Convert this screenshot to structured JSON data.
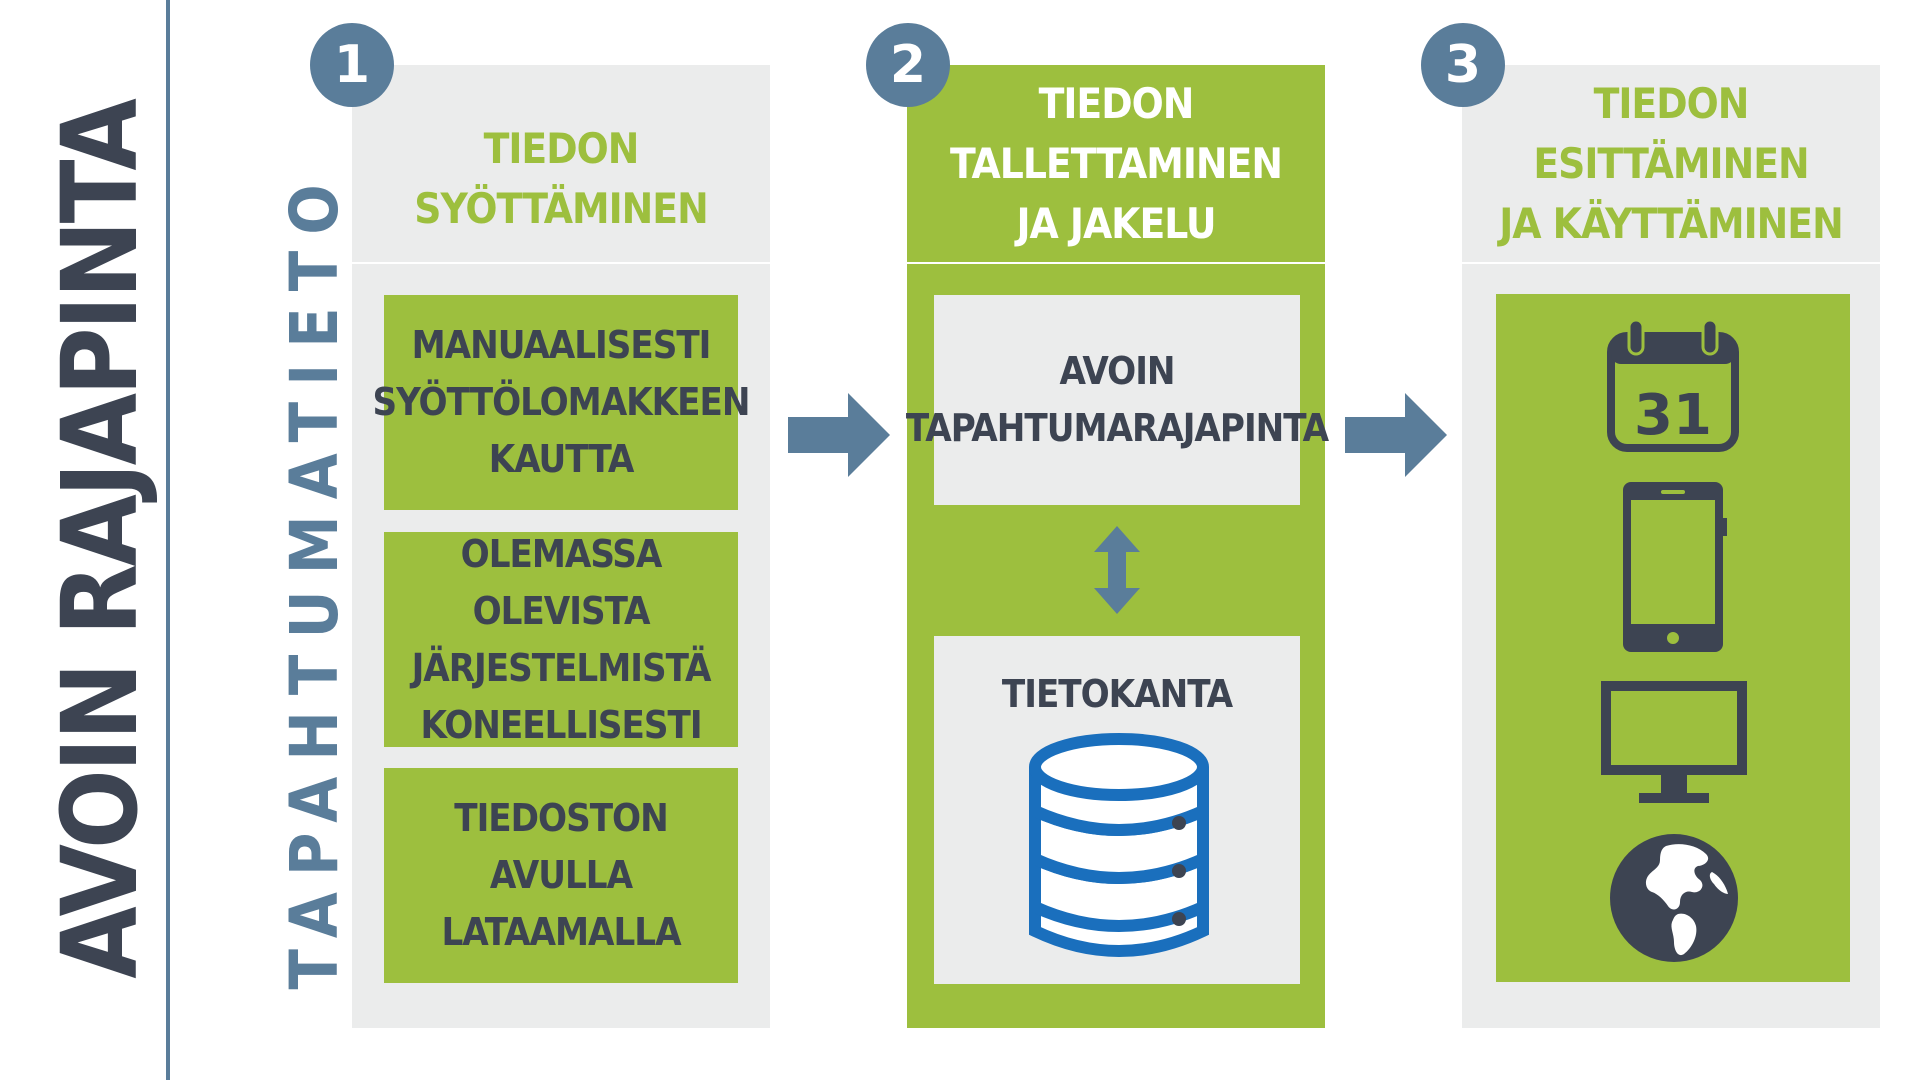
{
  "title": "AVOIN RAJAPINTA",
  "subtitle": "TAPAHTUMATIETO",
  "steps": [
    {
      "number": "1",
      "heading": "TIEDON SYÖTTÄMINEN",
      "boxes": [
        "MANUAALISESTI\nSYÖTTÖLOMAKKEEN\nKAUTTA",
        "OLEMASSA OLEVISTA\nJÄRJESTELMISTÄ\nKONEELLISESTI",
        "TIEDOSTON\nAVULLA\nLATAAMALLA"
      ]
    },
    {
      "number": "2",
      "heading": "TIEDON TALLETTAMINEN\nJA JAKELU",
      "api_box": "AVOIN\nTAPAHTUMARAJAPINTA",
      "db_box": "TIETOKANTA"
    },
    {
      "number": "3",
      "heading": "TIEDON ESITTÄMINEN\nJA KÄYTTÄMINEN",
      "calendar_day": "31",
      "icons": [
        "calendar-icon",
        "smartphone-icon",
        "monitor-icon",
        "globe-icon"
      ]
    }
  ],
  "colors": {
    "green": "#9dbf3e",
    "gray": "#ebecec",
    "slate": "#5a7d9a",
    "dark": "#3d4452",
    "db_blue": "#1a6fbd"
  }
}
